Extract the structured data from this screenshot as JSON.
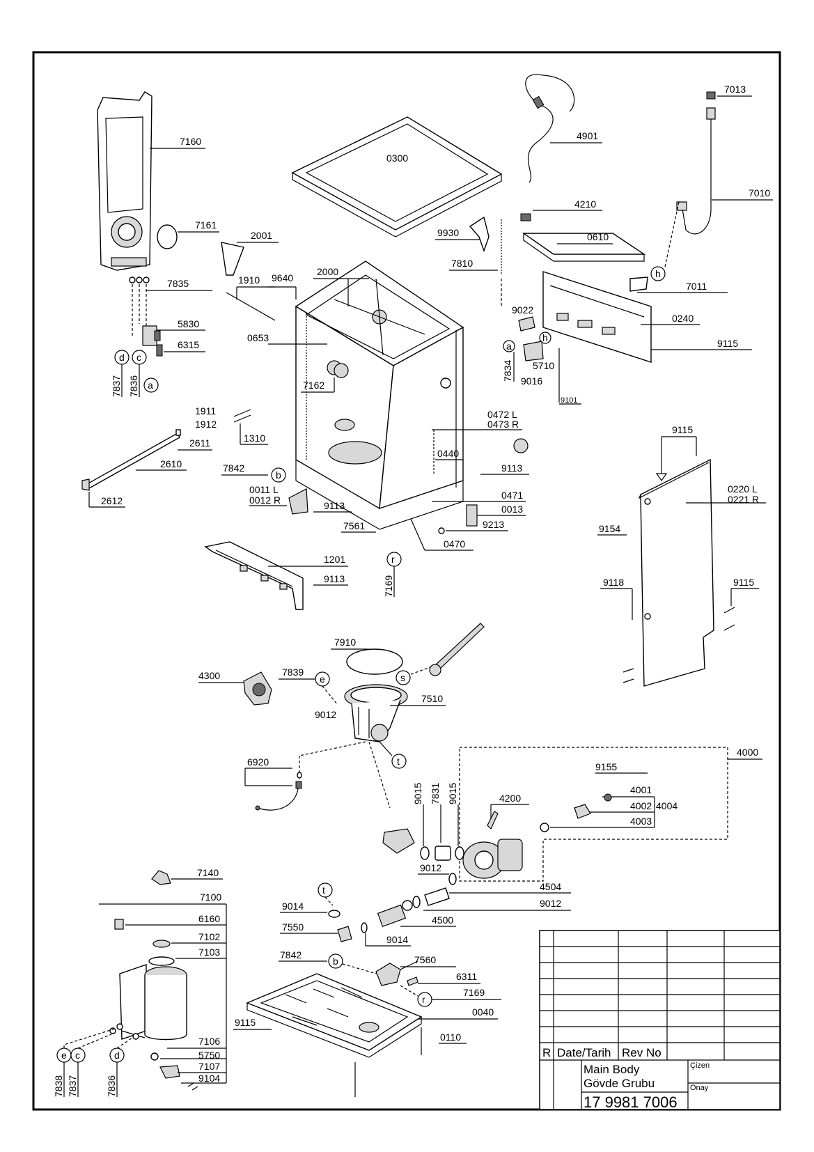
{
  "labels": {
    "l0300": "0300",
    "l4901": "4901",
    "l7013": "7013",
    "l7010": "7010",
    "l7160": "7160",
    "l7161": "7161",
    "l2001": "2001",
    "l1910": "1910",
    "l9640": "9640",
    "l2000": "2000",
    "l9930": "9930",
    "l7810": "7810",
    "l4210": "4210",
    "l0610": "0610",
    "l7011": "7011",
    "l0240": "0240",
    "l9115a": "9115",
    "l7835": "7835",
    "l5830": "5830",
    "l6315": "6315",
    "l7837": "7837",
    "l7836": "7836",
    "l0653": "0653",
    "l7162": "7162",
    "l9022": "9022",
    "l7834": "7834",
    "l5710": "5710",
    "l9016": "9016",
    "l9101": "9101",
    "l1911": "1911",
    "l1912": "1912",
    "l1310": "1310",
    "l2611": "2611",
    "l2610": "2610",
    "l2612": "2612",
    "l7842a": "7842",
    "l0472": "0472 L",
    "l0473": "0473 R",
    "l0440": "0440",
    "l9113a": "9113",
    "l0471": "0471",
    "l0013": "0013",
    "l9213": "9213",
    "l0011": "0011 L",
    "l0012": "0012 R",
    "l9113b": "9113",
    "l7561": "7561",
    "l0470": "0470",
    "l7169a": "7169",
    "l1201": "1201",
    "l9113c": "9113",
    "l9115b": "9115",
    "l0220": "0220 L",
    "l0221": "0221 R",
    "l9154": "9154",
    "l9118": "9118",
    "l9115c": "9115",
    "l7910": "7910",
    "l4300": "4300",
    "l7839": "7839",
    "l9012a": "9012",
    "l7510": "7510",
    "l6920": "6920",
    "l4000": "4000",
    "l9155": "9155",
    "l4200": "4200",
    "l9015a": "9015",
    "l7831": "7831",
    "l9015b": "9015",
    "l4001": "4001",
    "l4002": "4002",
    "l4004": "4004",
    "l4003": "4003",
    "l9012b": "9012",
    "l4504": "4504",
    "l9012c": "9012",
    "l7140": "7140",
    "l7100": "7100",
    "l6160": "6160",
    "l7102": "7102",
    "l7103": "7103",
    "l9014a": "9014",
    "l7550": "7550",
    "l4500": "4500",
    "l9014b": "9014",
    "l7842b": "7842",
    "l7560": "7560",
    "l6311": "6311",
    "l7169b": "7169",
    "l0040": "0040",
    "l9115d": "9115",
    "l0110": "0110",
    "l7106": "7106",
    "l5750": "5750",
    "l7107": "7107",
    "l9104": "9104",
    "l7838": "7838",
    "l7837b": "7837",
    "l7836b": "7836"
  },
  "callouts": {
    "a1": "a",
    "c1": "c",
    "d1": "d",
    "b1": "b",
    "r1": "r",
    "h1": "h",
    "h2": "h",
    "a2": "a",
    "e1": "e",
    "s1": "s",
    "t1": "t",
    "t2": "t",
    "b2": "b",
    "r2": "r",
    "e2": "e",
    "c2": "c",
    "d2": "d"
  },
  "title_block": {
    "rev_code": "R",
    "date_label": "Date/Tarih",
    "rev_label": "Rev No",
    "name_en": "Main Body",
    "name_tr": "Gövde Grubu",
    "drawn_label": "Çizen",
    "approved_label": "Onay",
    "part_number": "17 9981 7006"
  }
}
